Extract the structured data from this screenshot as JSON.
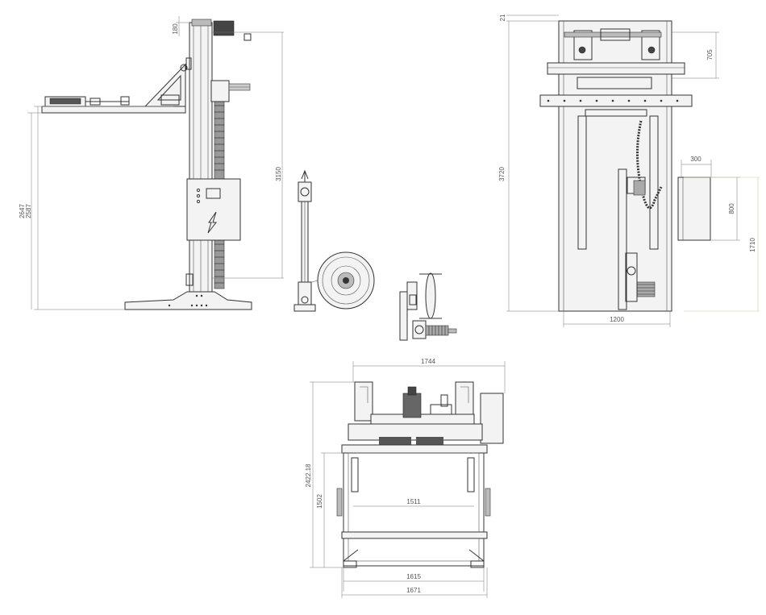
{
  "dimensions": {
    "side_view": {
      "top_offset": "180",
      "column_height": "3150",
      "arm_height": "2647",
      "arm_height_lower": "2587"
    },
    "front_view": {
      "top_gap": "21",
      "head_height": "705",
      "total_height": "3720",
      "dispenser_depth": "300",
      "dispenser_height": "800",
      "dispenser_level": "1710",
      "base_width": "1200"
    },
    "top_view": {
      "overall_width": "1744",
      "overall_depth": "2422.18",
      "inner_depth": "1502",
      "inner_width": "1511",
      "frame_width": "1615",
      "outer_width": "1671"
    }
  }
}
